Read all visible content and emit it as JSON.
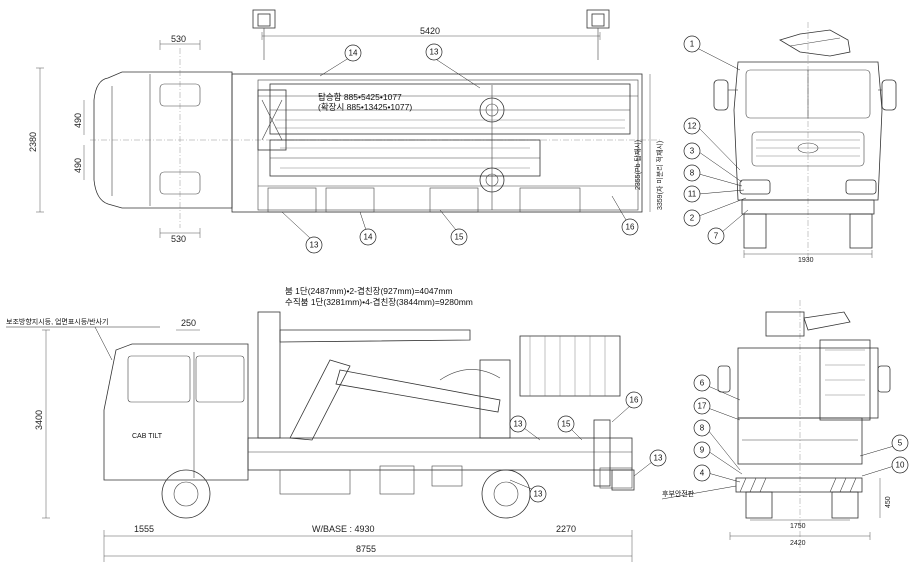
{
  "top_view": {
    "dims": {
      "overall_length_top": "5420",
      "cab_front_offset_top": "530",
      "cab_front_offset_bottom": "530",
      "width": "2380",
      "wheel_offset_upper": "490",
      "wheel_offset_lower": "490",
      "platform_width": "2355(Pb 탑재시)",
      "platform_height": "3359(자 미분리 적재시)"
    },
    "platform_note_1": "탑승함 885•5425•1077",
    "platform_note_2": "(확장시 885•13425•1077)",
    "callouts": [
      "14",
      "13",
      "13",
      "14",
      "15",
      "16"
    ]
  },
  "front_view": {
    "width_dim": "1930",
    "callouts": [
      "1",
      "12",
      "3",
      "8",
      "11",
      "2",
      "7"
    ]
  },
  "side_view": {
    "boom_note_1": "붐 1단(2487mm)•2-겹친장(927mm)=4047mm",
    "boom_note_2": "수직붐 1단(3281mm)•4-겹친장(3844mm)=9280mm",
    "left_note": "보조방향지시등, 업면표시등/반사기",
    "cab_label": "CAB TILT",
    "dims": {
      "cab_top": "250",
      "height": "3400",
      "front_overhang": "1555",
      "wheelbase": "W/BASE : 4930",
      "rear_overhang": "2270",
      "overall_length": "8755"
    },
    "callouts": [
      "16",
      "15",
      "13",
      "13",
      "13"
    ]
  },
  "rear_view": {
    "note": "후부안전판",
    "dims": {
      "track": "1750",
      "overall_width": "2420",
      "bumper_height": "450"
    },
    "callouts": [
      "6",
      "17",
      "8",
      "9",
      "4",
      "5",
      "10"
    ]
  }
}
